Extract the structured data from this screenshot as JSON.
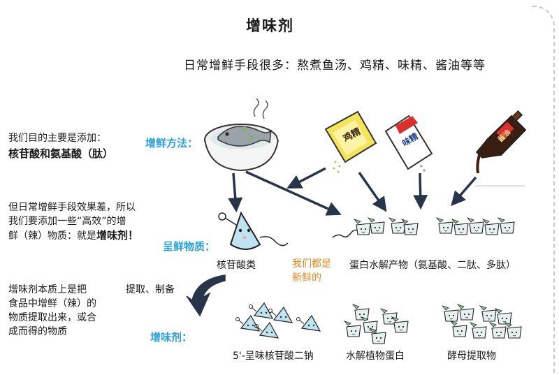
{
  "title": "增味剂",
  "subtitle": "日常增鲜手段很多：熬煮鱼汤、鸡精、味精、酱油等等",
  "left_notes": {
    "purpose_line1": "我们目的主要是添加：",
    "purpose_line2": "核苷酸和氨基酸（肽）",
    "effect_line1": "但日常增鲜手段效果差，所以",
    "effect_line2": "我们要添加一些“高效”的增",
    "effect_line3": "鲜（辣）物质：就是",
    "effect_highlight": "增味剂！",
    "essence_line1": "增味剂本质上是把",
    "essence_line2": "食品中增鲜（辣）的",
    "essence_line3": "物质提取出来，或合",
    "essence_line4": "成而得的物质"
  },
  "row_labels": {
    "method": "增鲜方法：",
    "substance": "呈鲜物质：",
    "enhancer": "增味剂："
  },
  "substances": {
    "nucleotides": "核苷酸类",
    "proteins": "蛋白水解产物（氨基酸、二肽、多肽）"
  },
  "character_speech": {
    "line1": "我们都是",
    "line2": "新鲜的"
  },
  "process_label": "提取、制备",
  "enhancers": {
    "item1": "5'-呈味核苷酸二钠",
    "item2": "水解植物蛋白",
    "item3": "酵母提取物"
  },
  "product_labels": {
    "chicken_essence": "鸡精",
    "msg": "味精",
    "soy_sauce": "酱油"
  },
  "colors": {
    "accent_blue": "#2aa0d8",
    "accent_orange": "#e8891f",
    "arrow": "#27344a"
  }
}
